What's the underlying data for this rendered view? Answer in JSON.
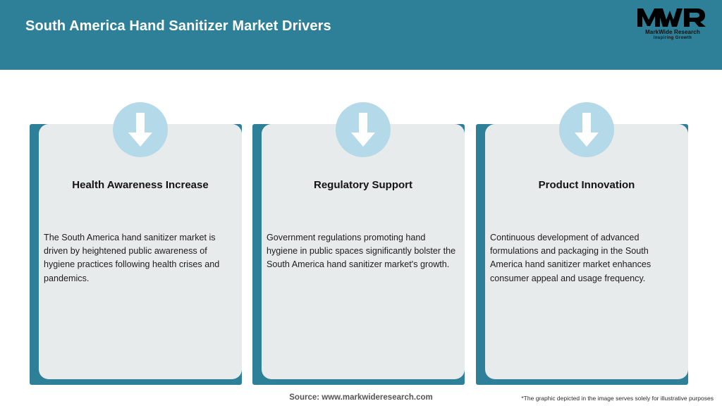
{
  "header": {
    "title": "South America Hand Sanitizer Market Drivers",
    "background_color": "#2e8099",
    "title_color": "#ffffff"
  },
  "logo": {
    "mark": "MWR",
    "name": "MarkWide Research",
    "tagline": "Inspiring Growth"
  },
  "cards": [
    {
      "icon": "arrow-down-icon",
      "title": "Health Awareness Increase",
      "body": "The South America hand sanitizer market is driven by heightened public awareness of hygiene practices following health crises and pandemics."
    },
    {
      "icon": "arrow-down-icon",
      "title": "Regulatory Support",
      "body": "Government regulations promoting hand hygiene in public spaces significantly bolster the South America hand sanitizer market's growth."
    },
    {
      "icon": "arrow-down-icon",
      "title": "Product Innovation",
      "body": "Continuous development of advanced formulations and packaging in the South America hand sanitizer market enhances consumer appeal and usage frequency."
    }
  ],
  "style": {
    "accent_color": "#2e8099",
    "card_color": "#e8ebec",
    "icon_circle_color": "#b4d9e8",
    "icon_arrow_color": "#ffffff"
  },
  "footer": {
    "source": "Source: www.markwideresearch.com",
    "disclaimer": "*The graphic depicted in the image serves solely for illustrative purposes"
  }
}
